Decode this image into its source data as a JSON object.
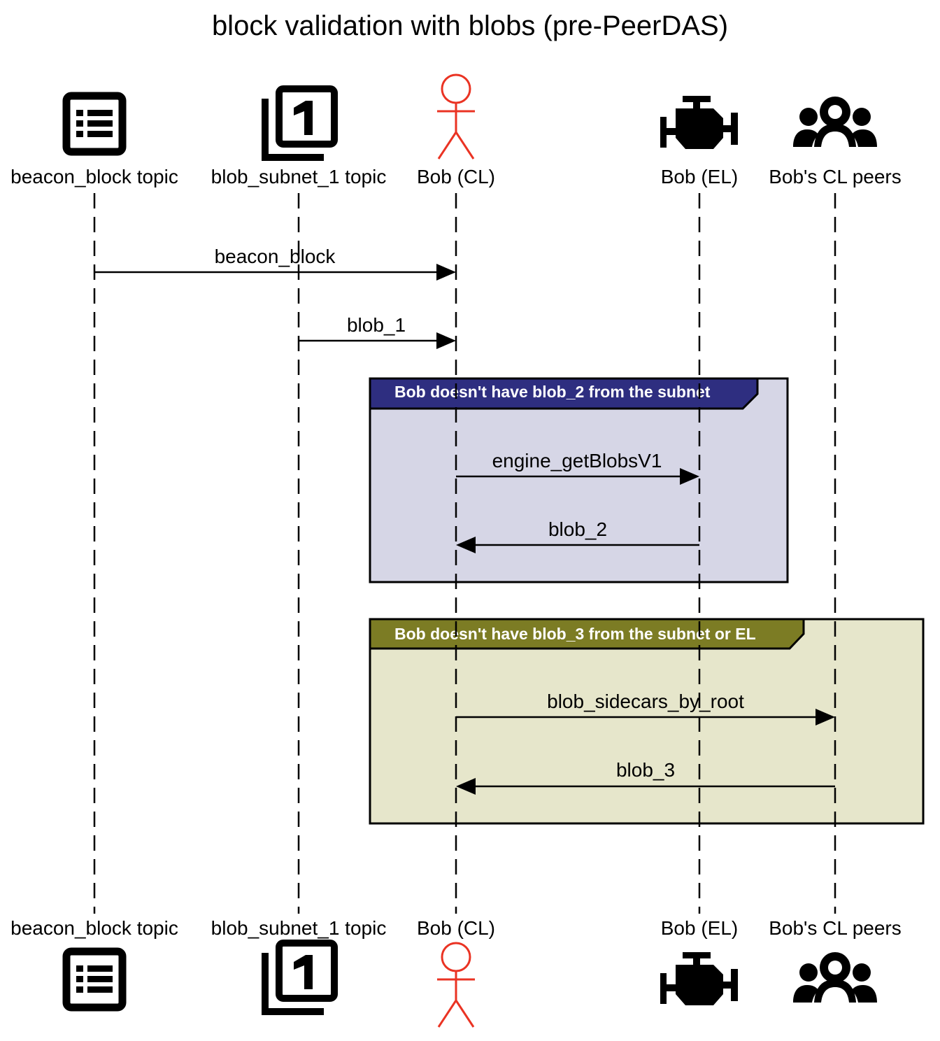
{
  "title": "block validation with blobs (pre-PeerDAS)",
  "participants": [
    {
      "id": "beacon",
      "label": "beacon_block topic",
      "icon": "list-icon"
    },
    {
      "id": "subnet",
      "label": "blob_subnet_1 topic",
      "icon": "filter-1-icon"
    },
    {
      "id": "cl",
      "label": "Bob (CL)",
      "icon": "actor-stick-figure-icon"
    },
    {
      "id": "el",
      "label": "Bob (EL)",
      "icon": "engine-icon"
    },
    {
      "id": "peers",
      "label": "Bob's CL peers",
      "icon": "group-icon"
    }
  ],
  "messages": [
    {
      "from": "beacon",
      "to": "cl",
      "label": "beacon_block"
    },
    {
      "from": "subnet",
      "to": "cl",
      "label": "blob_1"
    },
    {
      "from": "cl",
      "to": "el",
      "label": "engine_getBlobsV1"
    },
    {
      "from": "el",
      "to": "cl",
      "label": "blob_2"
    },
    {
      "from": "cl",
      "to": "peers",
      "label": "blob_sidecars_by_root"
    },
    {
      "from": "peers",
      "to": "cl",
      "label": "blob_3"
    }
  ],
  "frames": [
    {
      "label": "Bob doesn't have blob_2 from the subnet",
      "header_color": "#2e2e80",
      "fill_color": "#d6d6e6"
    },
    {
      "label": "Bob doesn't have blob_3 from the subnet or EL",
      "header_color": "#7c7c24",
      "fill_color": "#e6e6cb"
    }
  ],
  "colors": {
    "actor": "#ea3323",
    "line": "#000000"
  }
}
